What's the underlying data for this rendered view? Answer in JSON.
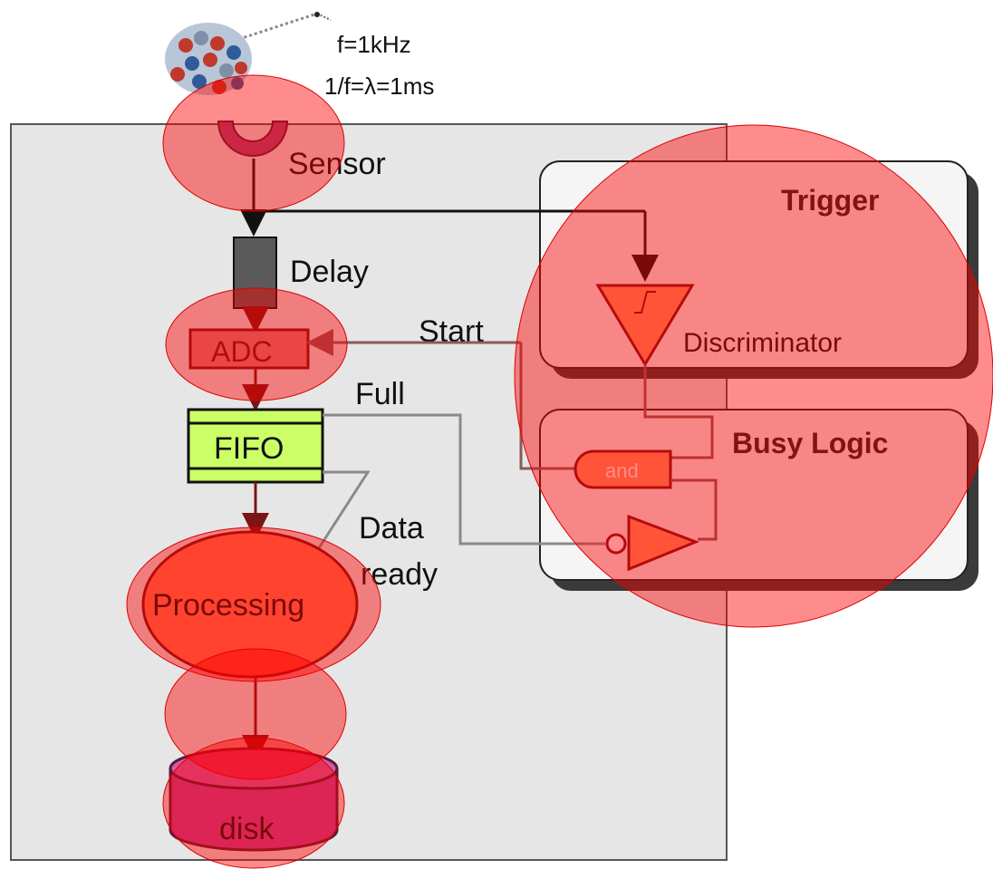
{
  "diagram": {
    "frequency": "f=1kHz",
    "period": "1/f=λ=1ms",
    "sensor_label": "Sensor",
    "delay_label": "Delay",
    "adc_label": "ADC",
    "fifo_label": "FIFO",
    "processing_label": "Processing",
    "disk_label": "disk",
    "start_label": "Start",
    "full_label": "Full",
    "data_ready_line1": "Data",
    "data_ready_line2": "ready",
    "trigger_label": "Trigger",
    "discriminator_label": "Discriminator",
    "busy_logic_label": "Busy Logic",
    "and_label": "and"
  },
  "colors": {
    "panel": "#e6e6e6",
    "highlight": "#ff0000",
    "fifo": "#ccff66",
    "sensor": "#a0457a",
    "disk": "#c0449a",
    "processing": "#ff7a55",
    "logic_fill": "#ff9966"
  }
}
